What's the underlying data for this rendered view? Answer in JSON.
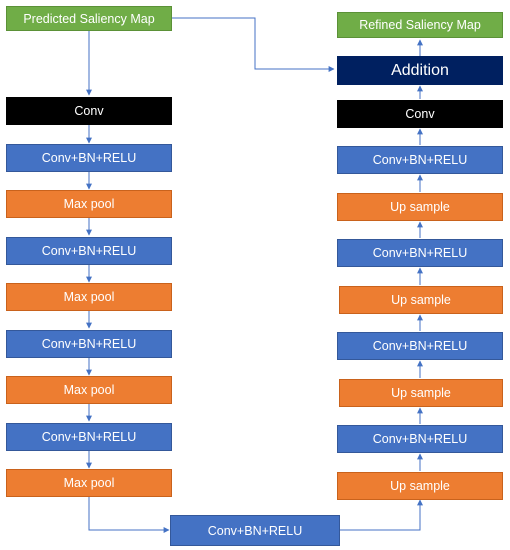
{
  "nodes": {
    "predicted": "Predicted Saliency Map",
    "refined": "Refined Saliency Map",
    "addition": "Addition",
    "conv_left": "Conv",
    "conv_right": "Conv",
    "conv_bn_relu": "Conv+BN+RELU",
    "max_pool": "Max pool",
    "up_sample": "Up sample"
  },
  "colors": {
    "input_output": "#70ad47",
    "conv": "#000000",
    "conv_bn_relu": "#4472c4",
    "pool_sample": "#ed7d31",
    "addition": "#002060",
    "arrow": "#4472c4"
  }
}
